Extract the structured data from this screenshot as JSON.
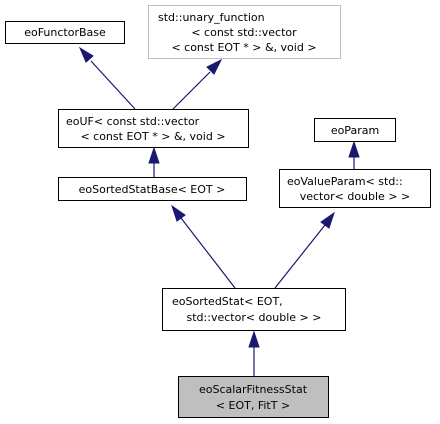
{
  "nodes": [
    {
      "id": "eoFunctorBase",
      "lines": [
        "eoFunctorBase"
      ]
    },
    {
      "id": "unary_function",
      "lines": [
        "std::unary_function",
        "< const std::vector",
        "< const EOT * > &, void >"
      ]
    },
    {
      "id": "eoUF",
      "lines": [
        "eoUF< const std::vector",
        "< const EOT * > &, void >"
      ]
    },
    {
      "id": "eoParam",
      "lines": [
        "eoParam"
      ]
    },
    {
      "id": "eoSortedStatBase",
      "lines": [
        "eoSortedStatBase< EOT >"
      ]
    },
    {
      "id": "eoValueParam",
      "lines": [
        "eoValueParam< std::",
        "vector< double > >"
      ]
    },
    {
      "id": "eoSortedStat",
      "lines": [
        "eoSortedStat< EOT,",
        "std::vector< double > >"
      ]
    },
    {
      "id": "eoScalarFitnessStat",
      "lines": [
        "eoScalarFitnessStat",
        "< EOT, FitT >"
      ]
    }
  ],
  "edges": [
    {
      "from": "eoUF",
      "to": "eoFunctorBase"
    },
    {
      "from": "eoUF",
      "to": "unary_function"
    },
    {
      "from": "eoSortedStatBase",
      "to": "eoUF"
    },
    {
      "from": "eoValueParam",
      "to": "eoParam"
    },
    {
      "from": "eoSortedStat",
      "to": "eoSortedStatBase"
    },
    {
      "from": "eoSortedStat",
      "to": "eoValueParam"
    },
    {
      "from": "eoScalarFitnessStat",
      "to": "eoSortedStat"
    }
  ],
  "colors": {
    "edge": "#191970",
    "external_border": "#bfbfbf",
    "focus_fill": "#bfbfbf"
  }
}
